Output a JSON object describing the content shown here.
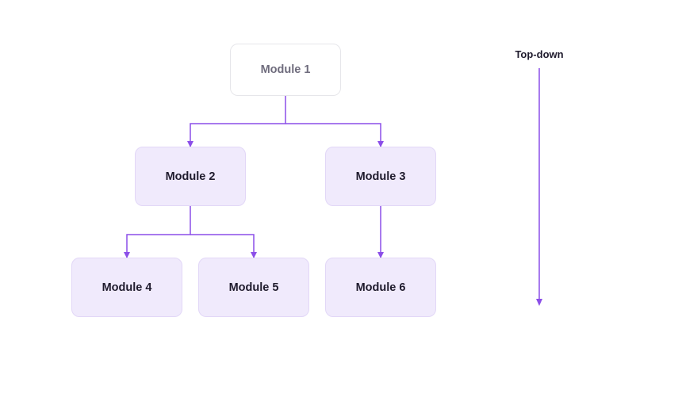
{
  "diagram": {
    "nodes": [
      {
        "id": "1",
        "label": "Module 1"
      },
      {
        "id": "2",
        "label": "Module 2"
      },
      {
        "id": "3",
        "label": "Module 3"
      },
      {
        "id": "4",
        "label": "Module 4"
      },
      {
        "id": "5",
        "label": "Module 5"
      },
      {
        "id": "6",
        "label": "Module 6"
      }
    ],
    "edges": [
      {
        "from": "1",
        "to": "2"
      },
      {
        "from": "1",
        "to": "3"
      },
      {
        "from": "2",
        "to": "4"
      },
      {
        "from": "2",
        "to": "5"
      },
      {
        "from": "3",
        "to": "6"
      }
    ],
    "direction_label": "Top-down"
  },
  "colors": {
    "connector": "#8b4ee8",
    "node_fill": "#f0eafc",
    "node_border": "#e2d7f7",
    "root_fill": "#ffffff",
    "root_border": "#e6e6ea",
    "root_text": "#6f6c7d",
    "text": "#1f1b2d"
  }
}
